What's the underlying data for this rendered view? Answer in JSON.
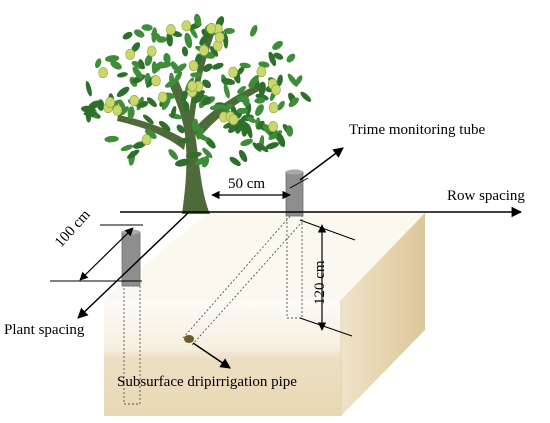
{
  "labels": {
    "trime_tube": "Trime monitoring tube",
    "row_spacing": "Row spacing",
    "plant_spacing": "Plant spacing",
    "drip_pipe": "Subsurface dripirrigation pipe",
    "dim_50": "50 cm",
    "dim_100": "100 cm",
    "dim_120": "120 cm"
  },
  "colors": {
    "soil_front": "#ede0c4",
    "soil_side": "#e4d2aa",
    "soil_top": "#fbf8ef",
    "soil_lower": "#e9d8b3",
    "tube": "#8e8e8e",
    "leaf": "#3f8c3a",
    "leaf_dark": "#2f6f2c",
    "olive": "#c9d86a",
    "trunk": "#4f6a3a"
  },
  "icons": {
    "tree": "olive-tree-icon",
    "tube": "monitoring-tube-icon",
    "emitter": "drip-emitter-icon"
  }
}
